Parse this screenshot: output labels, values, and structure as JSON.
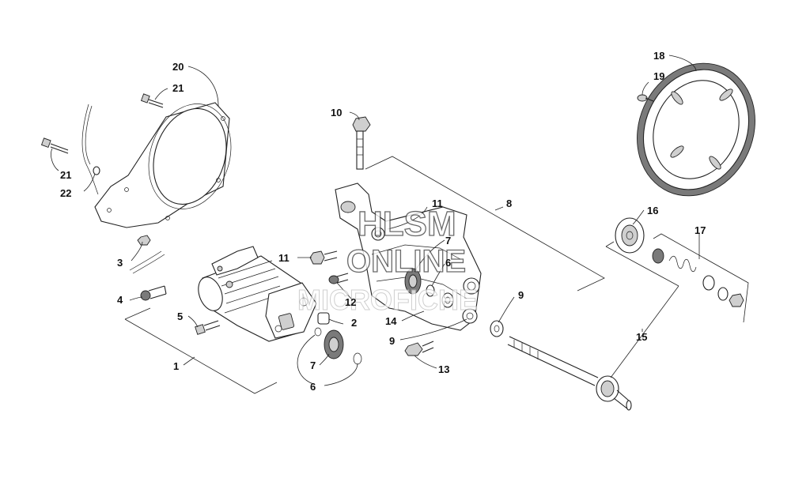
{
  "callouts": [
    {
      "id": "1",
      "label": "1"
    },
    {
      "id": "2",
      "label": "2"
    },
    {
      "id": "3",
      "label": "3"
    },
    {
      "id": "4",
      "label": "4"
    },
    {
      "id": "5",
      "label": "5"
    },
    {
      "id": "6a",
      "label": "6"
    },
    {
      "id": "6b",
      "label": "6"
    },
    {
      "id": "7a",
      "label": "7"
    },
    {
      "id": "7b",
      "label": "7"
    },
    {
      "id": "8",
      "label": "8"
    },
    {
      "id": "9a",
      "label": "9"
    },
    {
      "id": "9b",
      "label": "9"
    },
    {
      "id": "10",
      "label": "10"
    },
    {
      "id": "11a",
      "label": "11"
    },
    {
      "id": "11b",
      "label": "11"
    },
    {
      "id": "12",
      "label": "12"
    },
    {
      "id": "13",
      "label": "13"
    },
    {
      "id": "14",
      "label": "14"
    },
    {
      "id": "15",
      "label": "15"
    },
    {
      "id": "16",
      "label": "16"
    },
    {
      "id": "17",
      "label": "17"
    },
    {
      "id": "18",
      "label": "18"
    },
    {
      "id": "19",
      "label": "19"
    },
    {
      "id": "20",
      "label": "20"
    },
    {
      "id": "21a",
      "label": "21"
    },
    {
      "id": "21b",
      "label": "21"
    },
    {
      "id": "22",
      "label": "22"
    }
  ],
  "watermark": {
    "line1": "HLSM",
    "line2": "ONLINE",
    "line3": "MICROFICHE"
  }
}
